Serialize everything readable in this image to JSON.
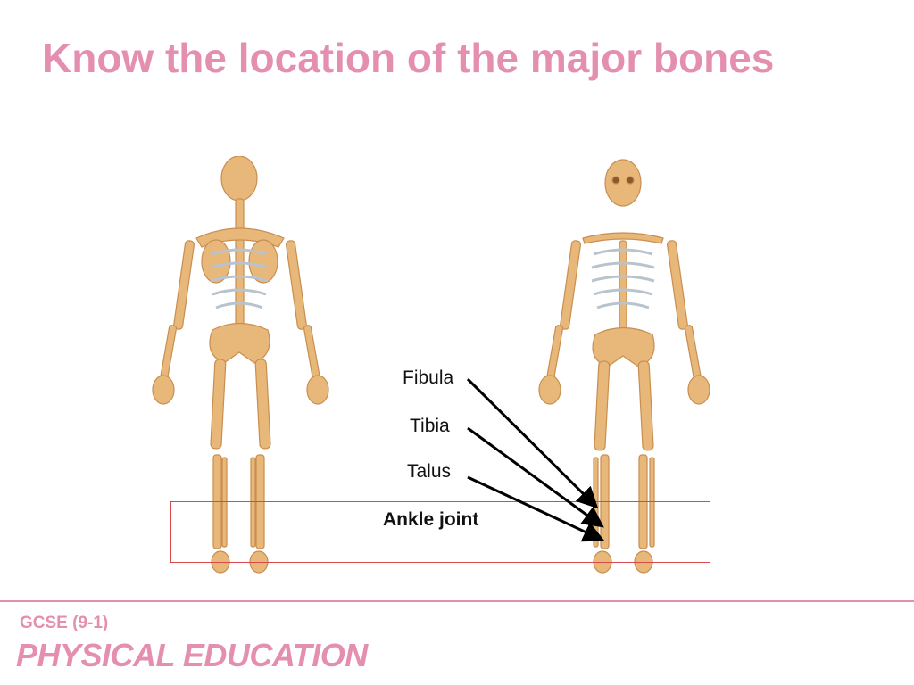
{
  "slide": {
    "title": "Know the location of the major bones",
    "accent_color": "#e58fb0"
  },
  "labels": {
    "fibula": "Fibula",
    "tibia": "Tibia",
    "talus": "Talus",
    "ankle_joint": "Ankle joint"
  },
  "figures": {
    "back_view": "skeleton-back-icon",
    "front_view": "skeleton-front-icon",
    "bone_color": "#e8b77a",
    "rib_color": "#b9c3cc"
  },
  "footer": {
    "line1": "GCSE (9-1)",
    "line2": "PHYSICAL EDUCATION",
    "color": "#e58fb0"
  }
}
